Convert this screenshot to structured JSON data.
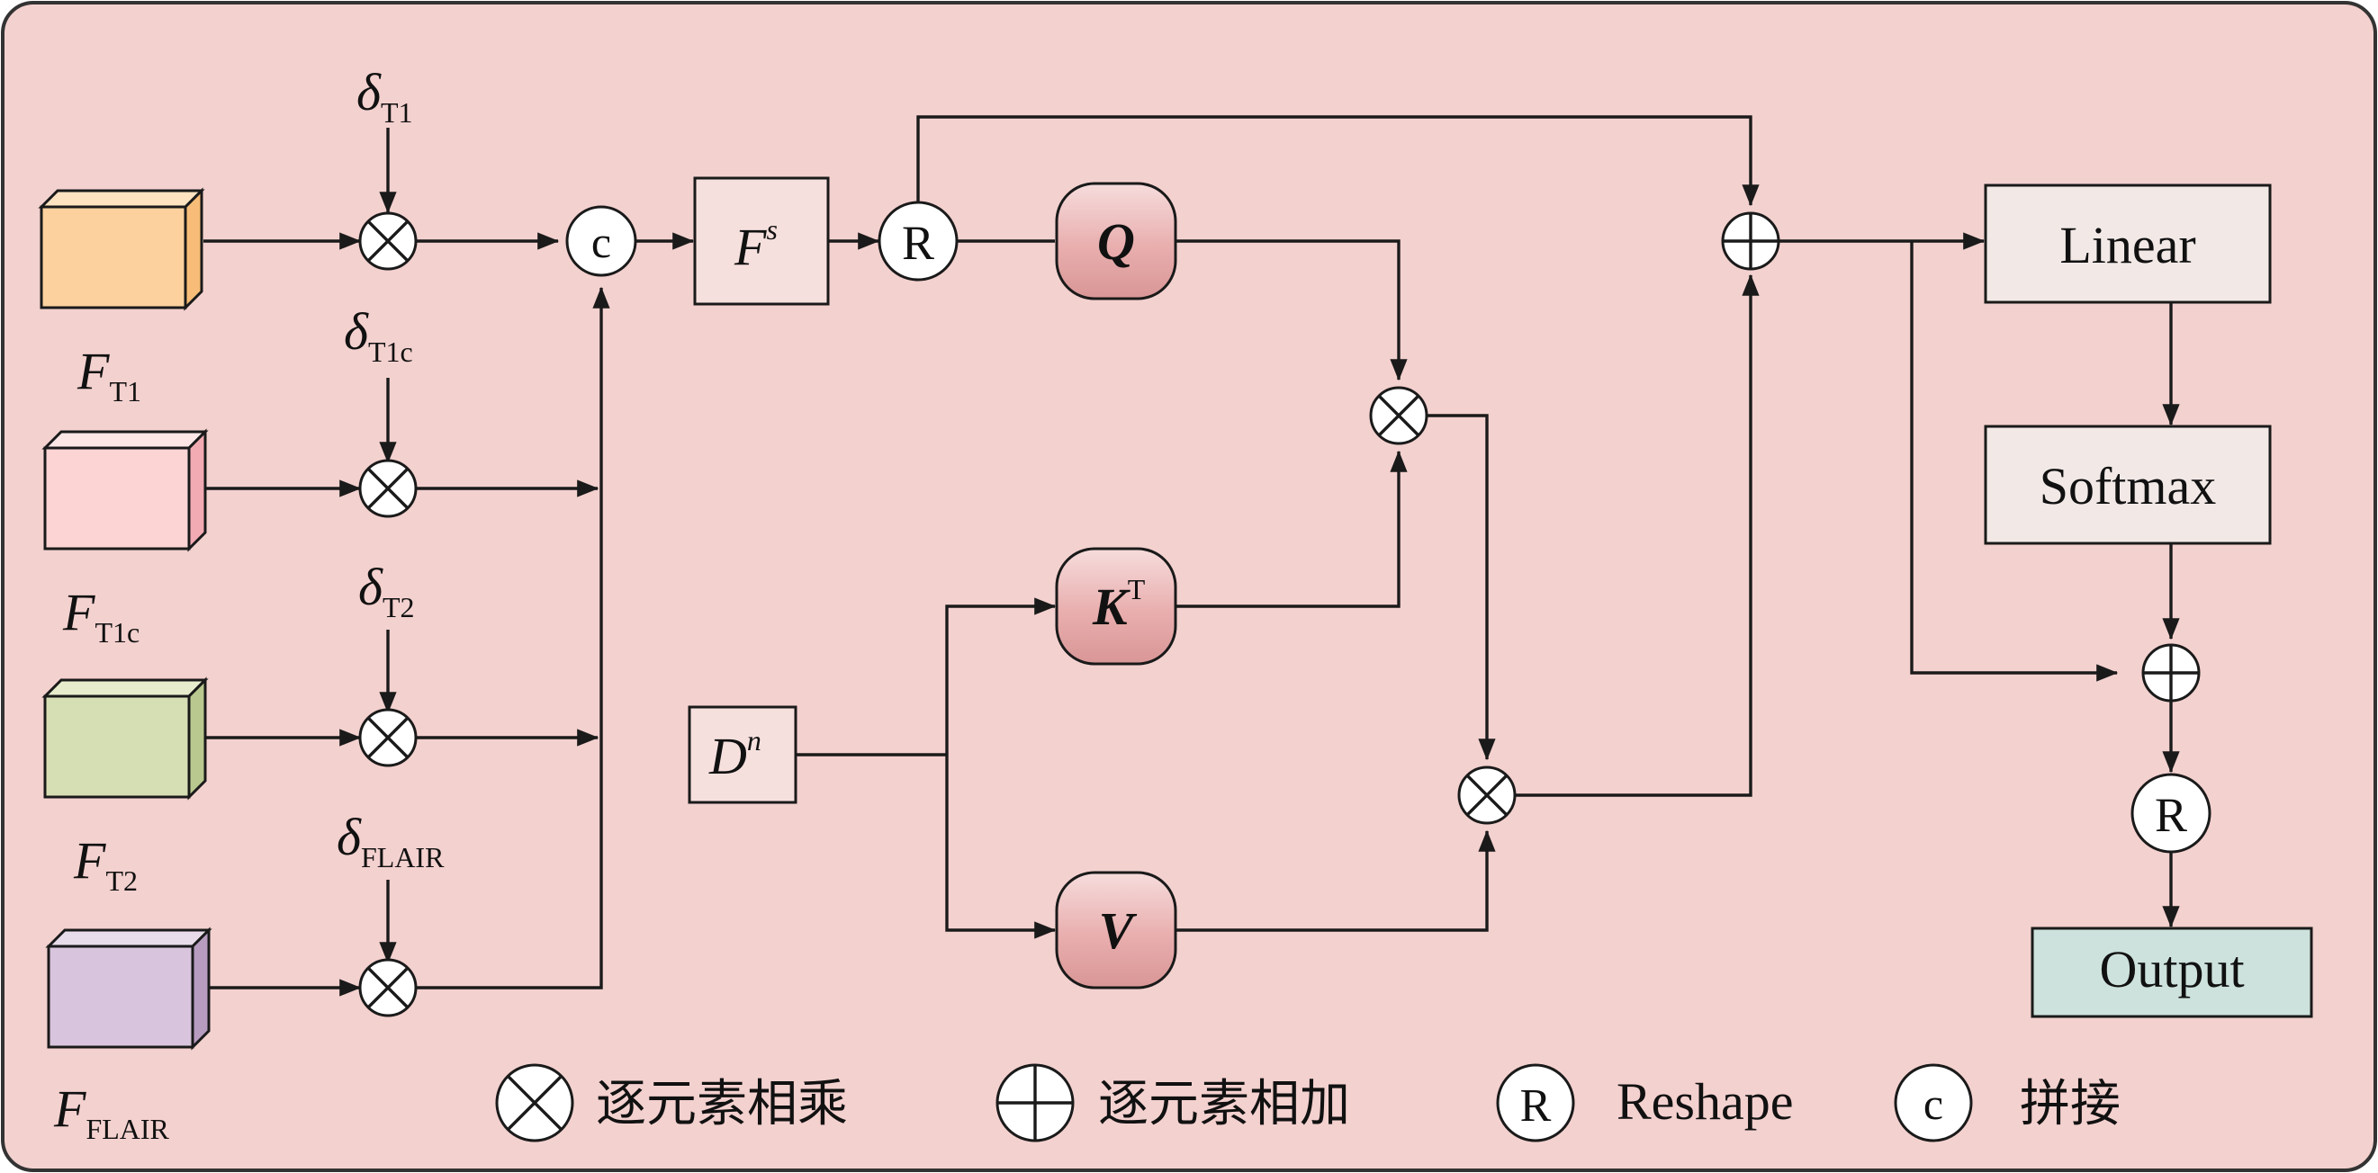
{
  "inputs": [
    {
      "main": "F",
      "sub": "T1",
      "delta_sub": "T1",
      "front": "#fcd19e",
      "top": "#fde3c0",
      "side": "#f7bd78"
    },
    {
      "main": "F",
      "sub": "T1c",
      "delta_sub": "T1c",
      "front": "#fcd4d4",
      "top": "#fde6e6",
      "side": "#f2aab3"
    },
    {
      "main": "F",
      "sub": "T2",
      "delta_sub": "T2",
      "front": "#d6dfb4",
      "top": "#e7edcc",
      "side": "#b9c88e"
    },
    {
      "main": "F",
      "sub": "FLAIR",
      "delta_sub": "FLAIR",
      "front": "#d8c4dc",
      "top": "#e8dcea",
      "side": "#b89cc0"
    }
  ],
  "delta_symbol": "δ",
  "concat_symbol": "c",
  "reshape_symbol": "R",
  "fs": {
    "main": "F",
    "sup": "s"
  },
  "dn": {
    "main": "D",
    "sup": "n"
  },
  "q_label": "Q",
  "k_label": "K",
  "k_sup": "T",
  "v_label": "V",
  "linear_label": "Linear",
  "softmax_label": "Softmax",
  "output_label": "Output",
  "legend": {
    "multiply": "逐元素相乘",
    "add": "逐元素相加",
    "reshape": "Reshape",
    "concat": "拼接"
  },
  "colors": {
    "background": "#f3d1cf",
    "pill_fill": "#e3a3a3",
    "output_fill": "#cde2dc",
    "box_fill": "#f2e9e7"
  }
}
